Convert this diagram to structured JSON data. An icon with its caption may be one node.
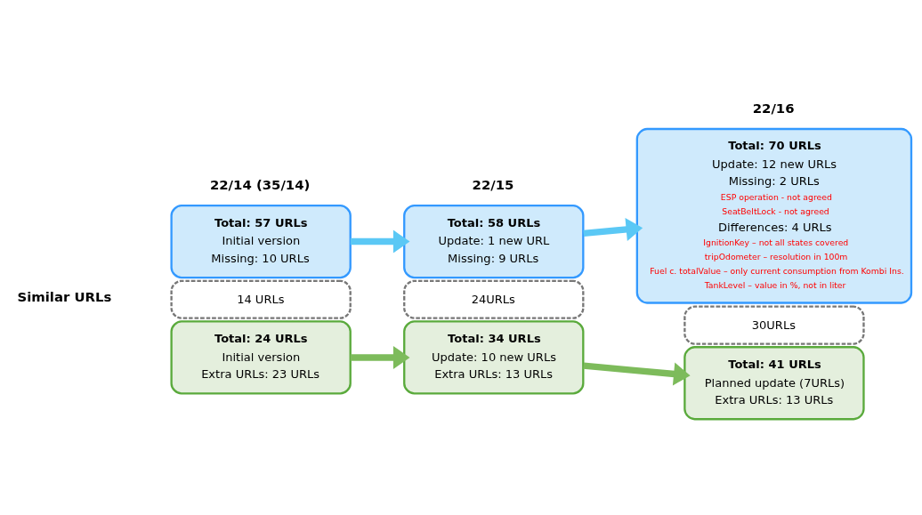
{
  "diagram": {
    "nodes": [
      {
        "text": [
          "Total: 57 URLs",
          "Initial version",
          "Missing: 10 URLs"
        ]
      },
      {
        "text": [
          "14 URLs"
        ]
      },
      {
        "text": [
          "Total: 24 URLs",
          "Initial version",
          "Extra URLs: 23 URLs"
        ]
      },
      {
        "text": [
          "Total: 58 URLs",
          "Update: 1 new URL",
          "Missing: 9 URLs"
        ]
      },
      {
        "text": [
          "24URLs"
        ]
      },
      {
        "text": [
          "Total: 34 URLs",
          "Update: 10 new URLs",
          "Extra URLs: 13 URLs"
        ]
      },
      {
        "text": [
          "Total: 70 URLs",
          "Update: 12 new URLs",
          "Missing: 2 URLs",
          "ESP operation - not agreed",
          "SeatBeltLock - not agreed",
          "Differences: 4 URLs",
          "IgnitionKey – not all states covered",
          "tripOdometer – resolution in 100m",
          "Fuel c. totalValue – only current consumption from Kombi Ins.",
          "TankLevel – value in %, not in liter"
        ]
      },
      {
        "text": [
          "30URLs"
        ]
      },
      {
        "text": [
          "Total: 41 URLs",
          "Planned update (7URLs)",
          "Extra URLs: 13 URLs"
        ]
      }
    ],
    "edges": [
      {
        "from": 0,
        "to": 3,
        "arrow": "to",
        "color": "#5bc8f5"
      },
      {
        "from": 3,
        "to": 6,
        "arrow": "to",
        "color": "#5bc8f5"
      },
      {
        "from": 2,
        "to": 5,
        "arrow": "to",
        "color": "#7dbb5b"
      },
      {
        "from": 5,
        "to": 8,
        "arrow": "to",
        "color": "#7dbb5b"
      }
    ],
    "labels": [
      "22/16",
      "22/14 (35/14)",
      "22/15",
      "Similar URLs"
    ]
  }
}
